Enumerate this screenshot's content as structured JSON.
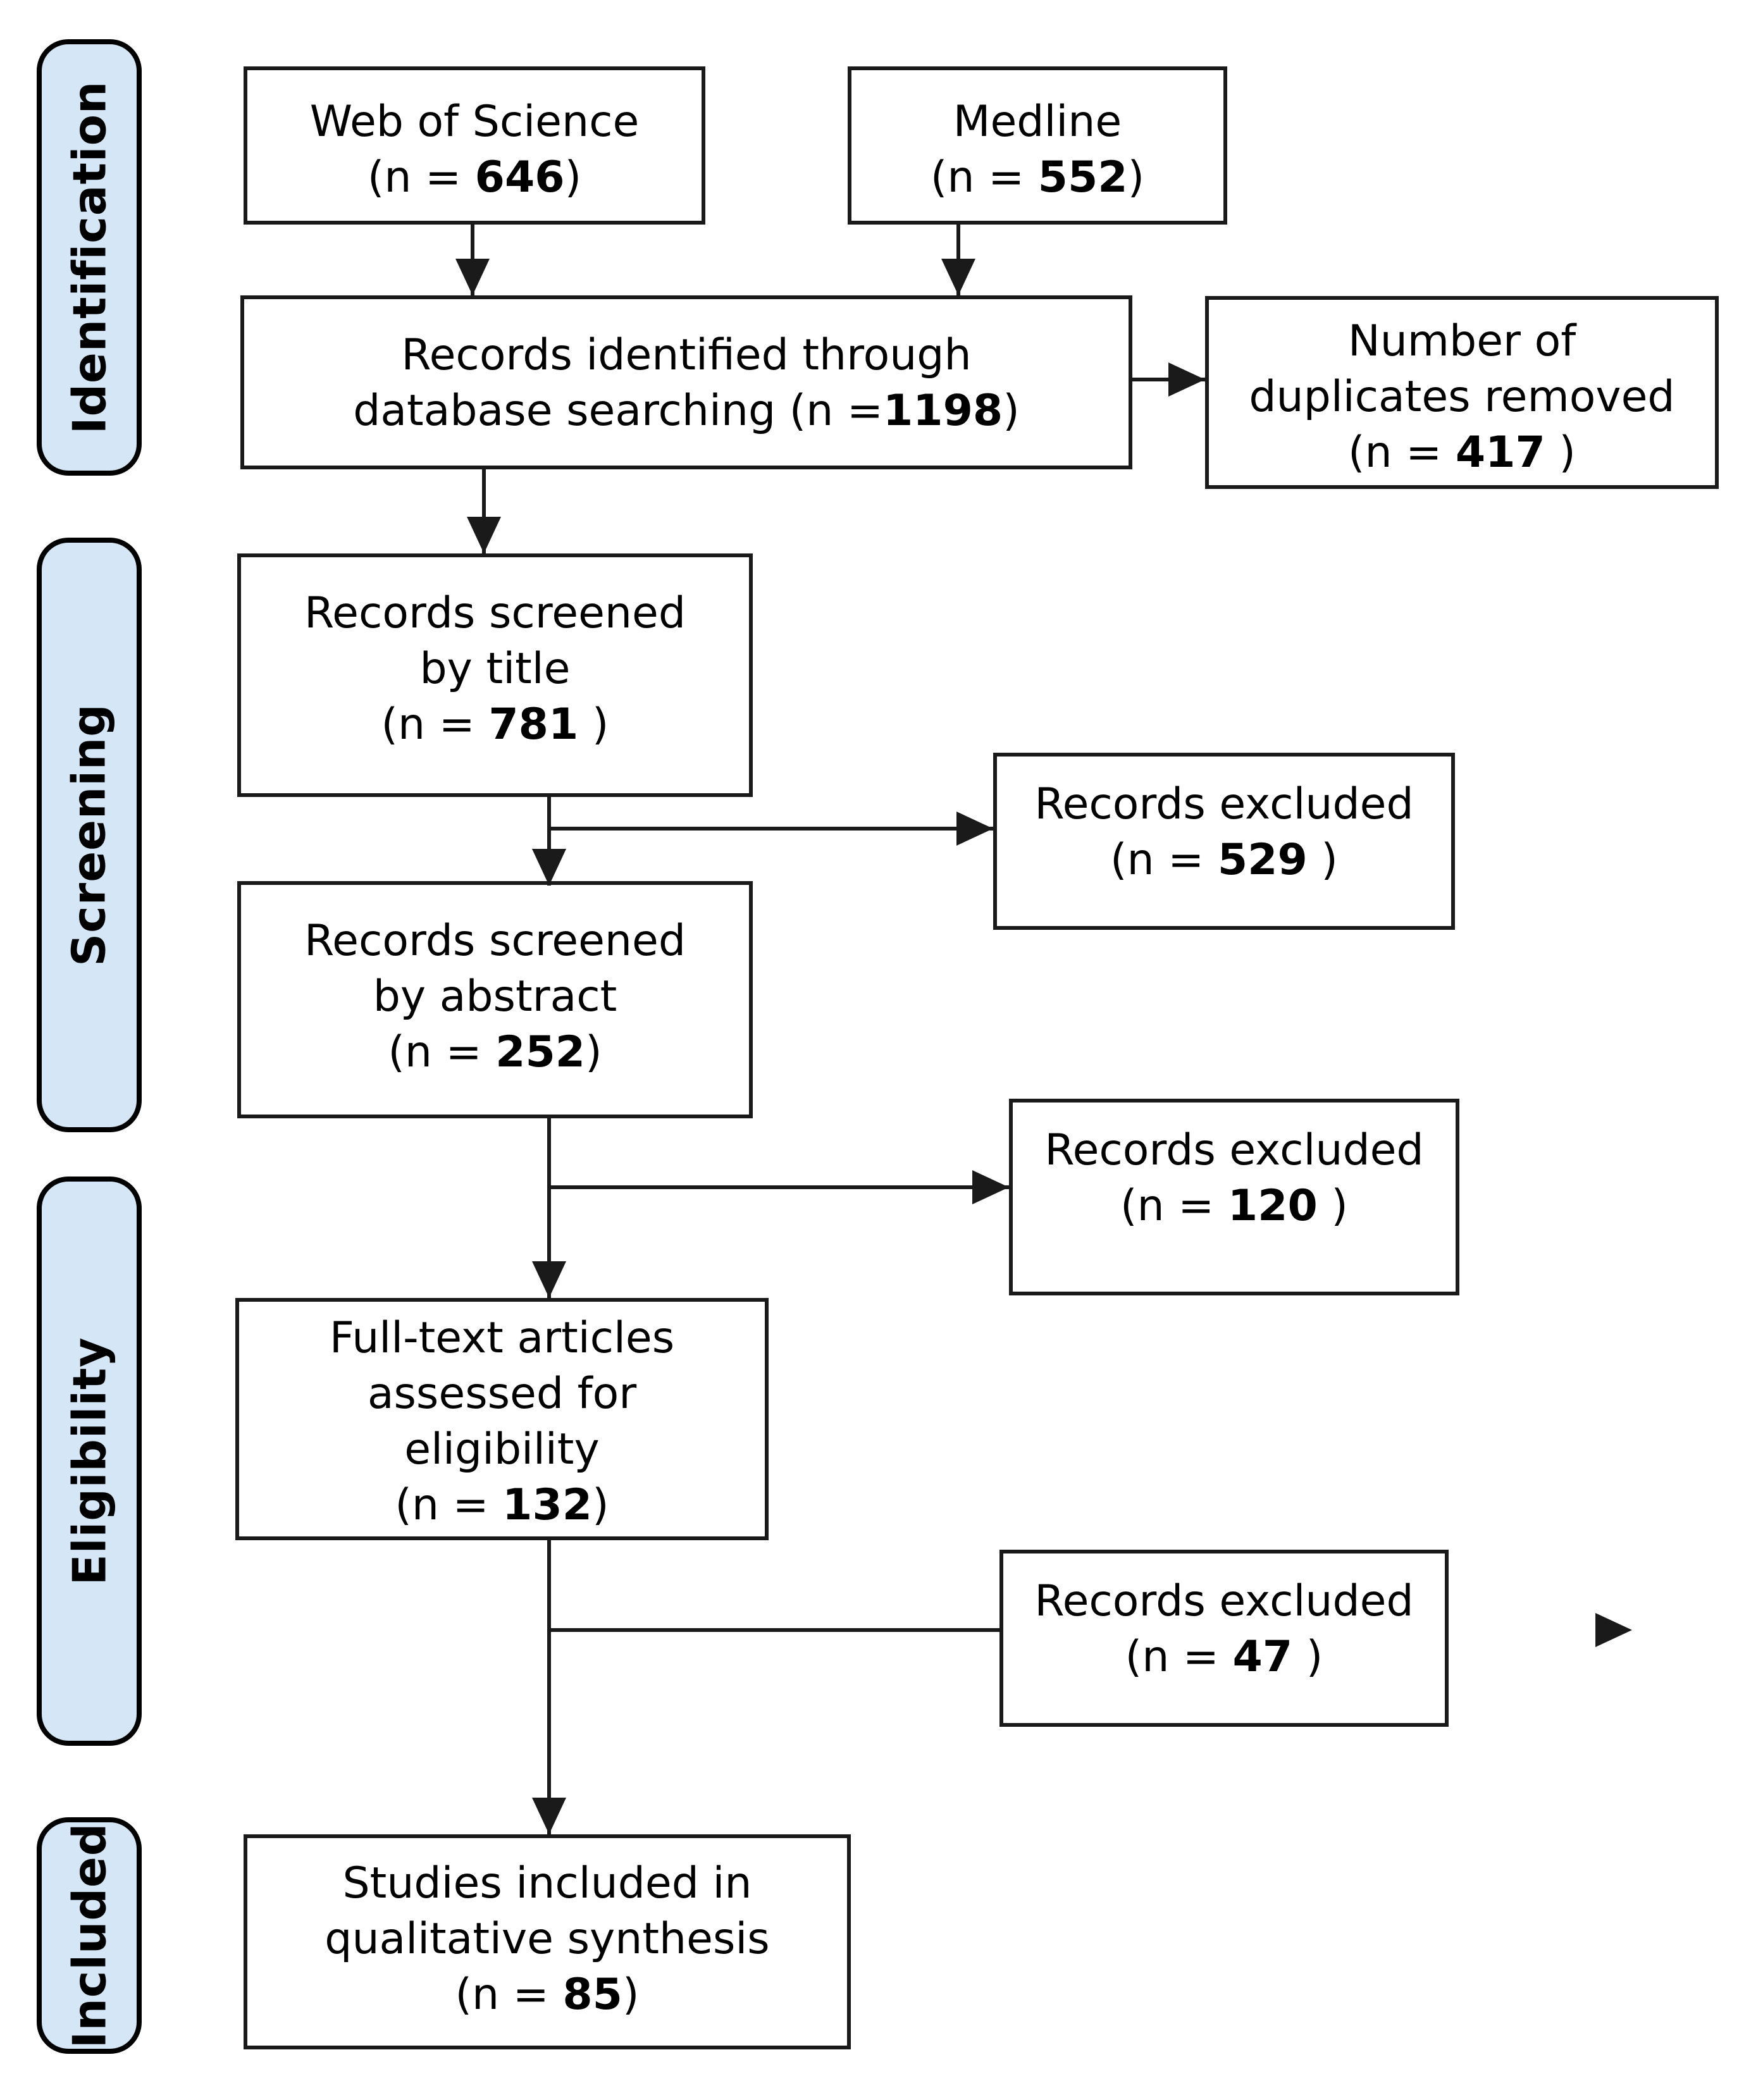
{
  "figure": {
    "type": "prisma_flow_diagram",
    "colors": {
      "background": "#ffffff",
      "stage_fill": "#d5e7f7",
      "stage_border": "#000000",
      "box_border": "#1a1a1a",
      "connector": "#1a1a1a",
      "text": "#000000"
    },
    "stages": [
      {
        "label": "Identification"
      },
      {
        "label": "Screening"
      },
      {
        "label": "Eligibility"
      },
      {
        "label": "Included"
      }
    ],
    "boxes": {
      "wos": {
        "lines": [
          "Web of Science"
        ],
        "n_prefix": "(n = ",
        "n_value": "646",
        "n_suffix": ")"
      },
      "medline": {
        "lines": [
          "Medline"
        ],
        "n_prefix": "(n = ",
        "n_value": "552",
        "n_suffix": ")"
      },
      "identified": {
        "lines": [
          "Records identified through"
        ],
        "n_prefix": "database searching (n =",
        "n_value": "1198",
        "n_suffix": ")"
      },
      "duplicates": {
        "lines": [
          "Number of",
          "duplicates removed"
        ],
        "n_prefix": "(n = ",
        "n_value": "417",
        "n_suffix": " )"
      },
      "screened_title": {
        "lines": [
          "Records screened",
          "by title"
        ],
        "n_prefix": "(n = ",
        "n_value": "781",
        "n_suffix": " )"
      },
      "excluded_title": {
        "lines": [
          "Records excluded"
        ],
        "n_prefix": "(n = ",
        "n_value": "529",
        "n_suffix": " )"
      },
      "screened_abstract": {
        "lines": [
          "Records screened",
          "by abstract"
        ],
        "n_prefix": "(n = ",
        "n_value": "252",
        "n_suffix": ")"
      },
      "excluded_abstract": {
        "lines": [
          "Records excluded"
        ],
        "n_prefix": "(n = ",
        "n_value": "120",
        "n_suffix": " )"
      },
      "fulltext": {
        "lines": [
          "Full-text articles",
          "assessed for",
          "eligibility"
        ],
        "n_prefix": "(n = ",
        "n_value": "132",
        "n_suffix": ")"
      },
      "excluded_fulltext": {
        "lines": [
          "Records excluded"
        ],
        "n_prefix": "(n = ",
        "n_value": "47",
        "n_suffix": " )"
      },
      "included_studies": {
        "lines": [
          "Studies included in",
          "qualitative synthesis"
        ],
        "n_prefix": "(n = ",
        "n_value": "85",
        "n_suffix": ")"
      }
    }
  }
}
